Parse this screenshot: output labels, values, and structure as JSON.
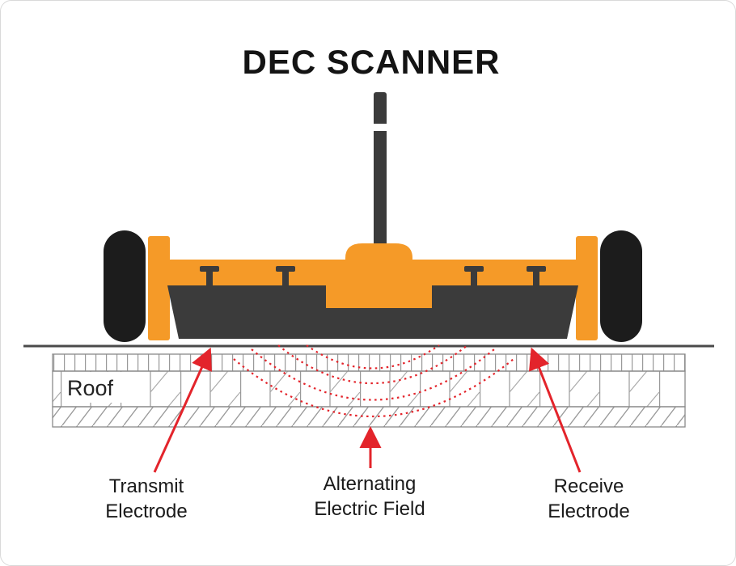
{
  "diagram": {
    "title": "DEC SCANNER",
    "roof_label": "Roof",
    "annotations": {
      "transmit_electrode": {
        "line1": "Transmit",
        "line2": "Electrode"
      },
      "alternating_field": {
        "line1": "Alternating",
        "line2": "Electric Field"
      },
      "receive_electrode": {
        "line1": "Receive",
        "line2": "Electrode"
      }
    },
    "colors": {
      "scanner_orange": "#F59A28",
      "scanner_dark": "#3B3B3B",
      "wheel_black": "#1C1C1C",
      "annotation_red": "#E3242B",
      "hatch_gray": "#999999",
      "ground_line": "#4A4A4A",
      "text_black": "#141414"
    }
  }
}
